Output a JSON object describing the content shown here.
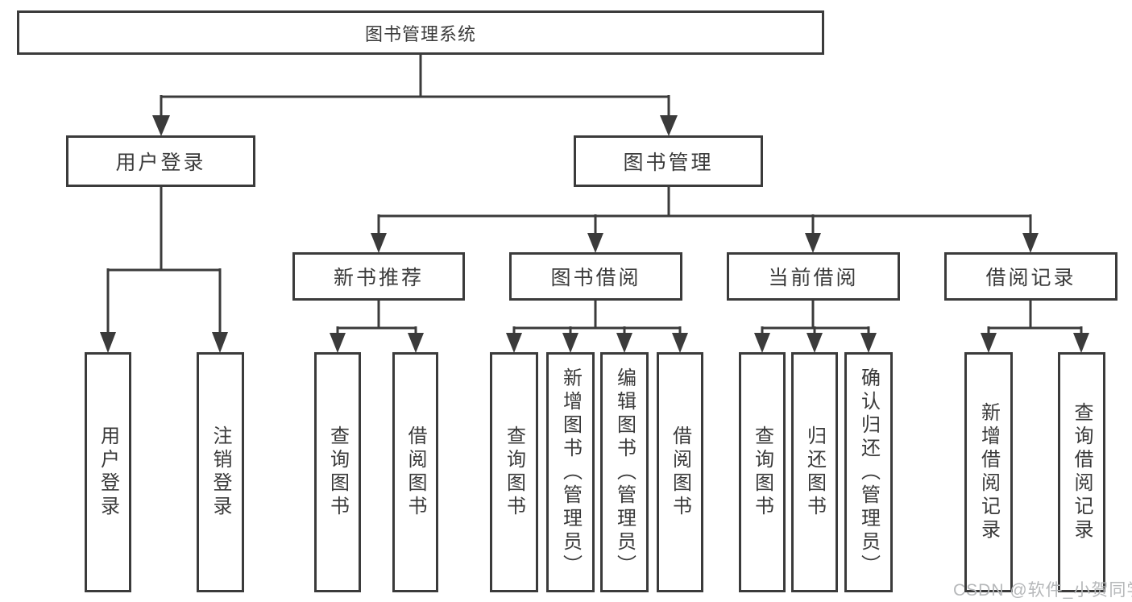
{
  "colors": {
    "line": "#3b3b3b",
    "text": "#3a3a3a",
    "box_background": "#ffffff",
    "watermark": "#b6b8ba"
  },
  "tree": {
    "root": {
      "label": "图书管理系统"
    },
    "branches": [
      {
        "label": "用户登录",
        "children": [
          {
            "label": "用户登录"
          },
          {
            "label": "注销登录"
          }
        ]
      },
      {
        "label": "图书管理",
        "children": [
          {
            "label": "新书推荐",
            "children": [
              {
                "label": "查询图书"
              },
              {
                "label": "借阅图书"
              }
            ]
          },
          {
            "label": "图书借阅",
            "children": [
              {
                "label": "查询图书"
              },
              {
                "label": "新增图书（管理员）"
              },
              {
                "label": "编辑图书（管理员）"
              },
              {
                "label": "借阅图书"
              }
            ]
          },
          {
            "label": "当前借阅",
            "children": [
              {
                "label": "查询图书"
              },
              {
                "label": "归还图书"
              },
              {
                "label": "确认归还（管理员）"
              }
            ]
          },
          {
            "label": "借阅记录",
            "children": [
              {
                "label": "新增借阅记录"
              },
              {
                "label": "查询借阅记录"
              }
            ]
          }
        ]
      }
    ]
  },
  "watermark": "CSDN @软件_小贺同学"
}
